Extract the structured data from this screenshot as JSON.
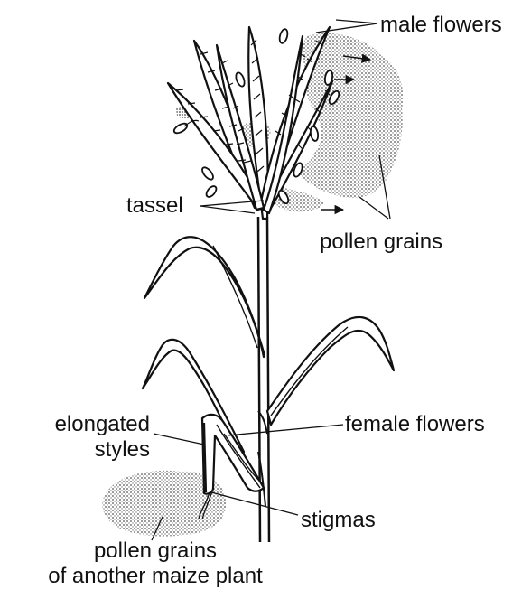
{
  "labels": {
    "male_flowers": "male flowers",
    "tassel": "tassel",
    "pollen_grains": "pollen grains",
    "elongated_styles": "elongated\nstyles",
    "female_flowers": "female flowers",
    "stigmas": "stigmas",
    "pollen_other_plant": "pollen grains\nof another maize plant"
  },
  "colors": {
    "line": "#111111",
    "stipple": "#555555",
    "background": "#ffffff"
  }
}
